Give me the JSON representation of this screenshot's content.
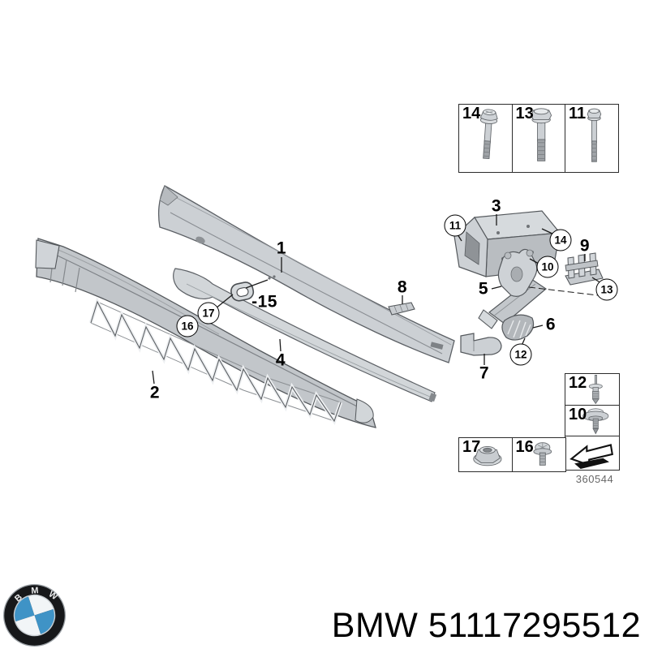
{
  "diagram": {
    "drawing_number": "360544",
    "part_labels": {
      "n1": "1",
      "n2": "2",
      "n3": "3",
      "n4": "4",
      "n5": "5",
      "n6": "6",
      "n7": "7",
      "n8": "8",
      "n9": "9",
      "n15": "-15"
    },
    "callouts": {
      "c10": "10",
      "c11": "11",
      "c12": "12",
      "c13": "13",
      "c14": "14",
      "c16": "16",
      "c17": "17"
    },
    "hardware_top": [
      {
        "label": "14",
        "item": "torx-flange-bolt"
      },
      {
        "label": "13",
        "item": "hex-flange-bolt"
      },
      {
        "label": "11",
        "item": "hex-bolt"
      }
    ],
    "hardware_side": [
      {
        "label": "12",
        "item": "expanding-rivet"
      },
      {
        "label": "10",
        "item": "body-rivet"
      }
    ],
    "hardware_bottom": [
      {
        "label": "17",
        "item": "flange-nut"
      },
      {
        "label": "16",
        "item": "torx-screw"
      }
    ],
    "colors": {
      "part_fill": "#c9cdd1",
      "outline": "#54585c"
    }
  },
  "footer": {
    "brand": "BMW",
    "part_number": "51117295512",
    "logo_letters": [
      "B",
      "M",
      "W"
    ],
    "logo_blue": "#3f93c6"
  }
}
